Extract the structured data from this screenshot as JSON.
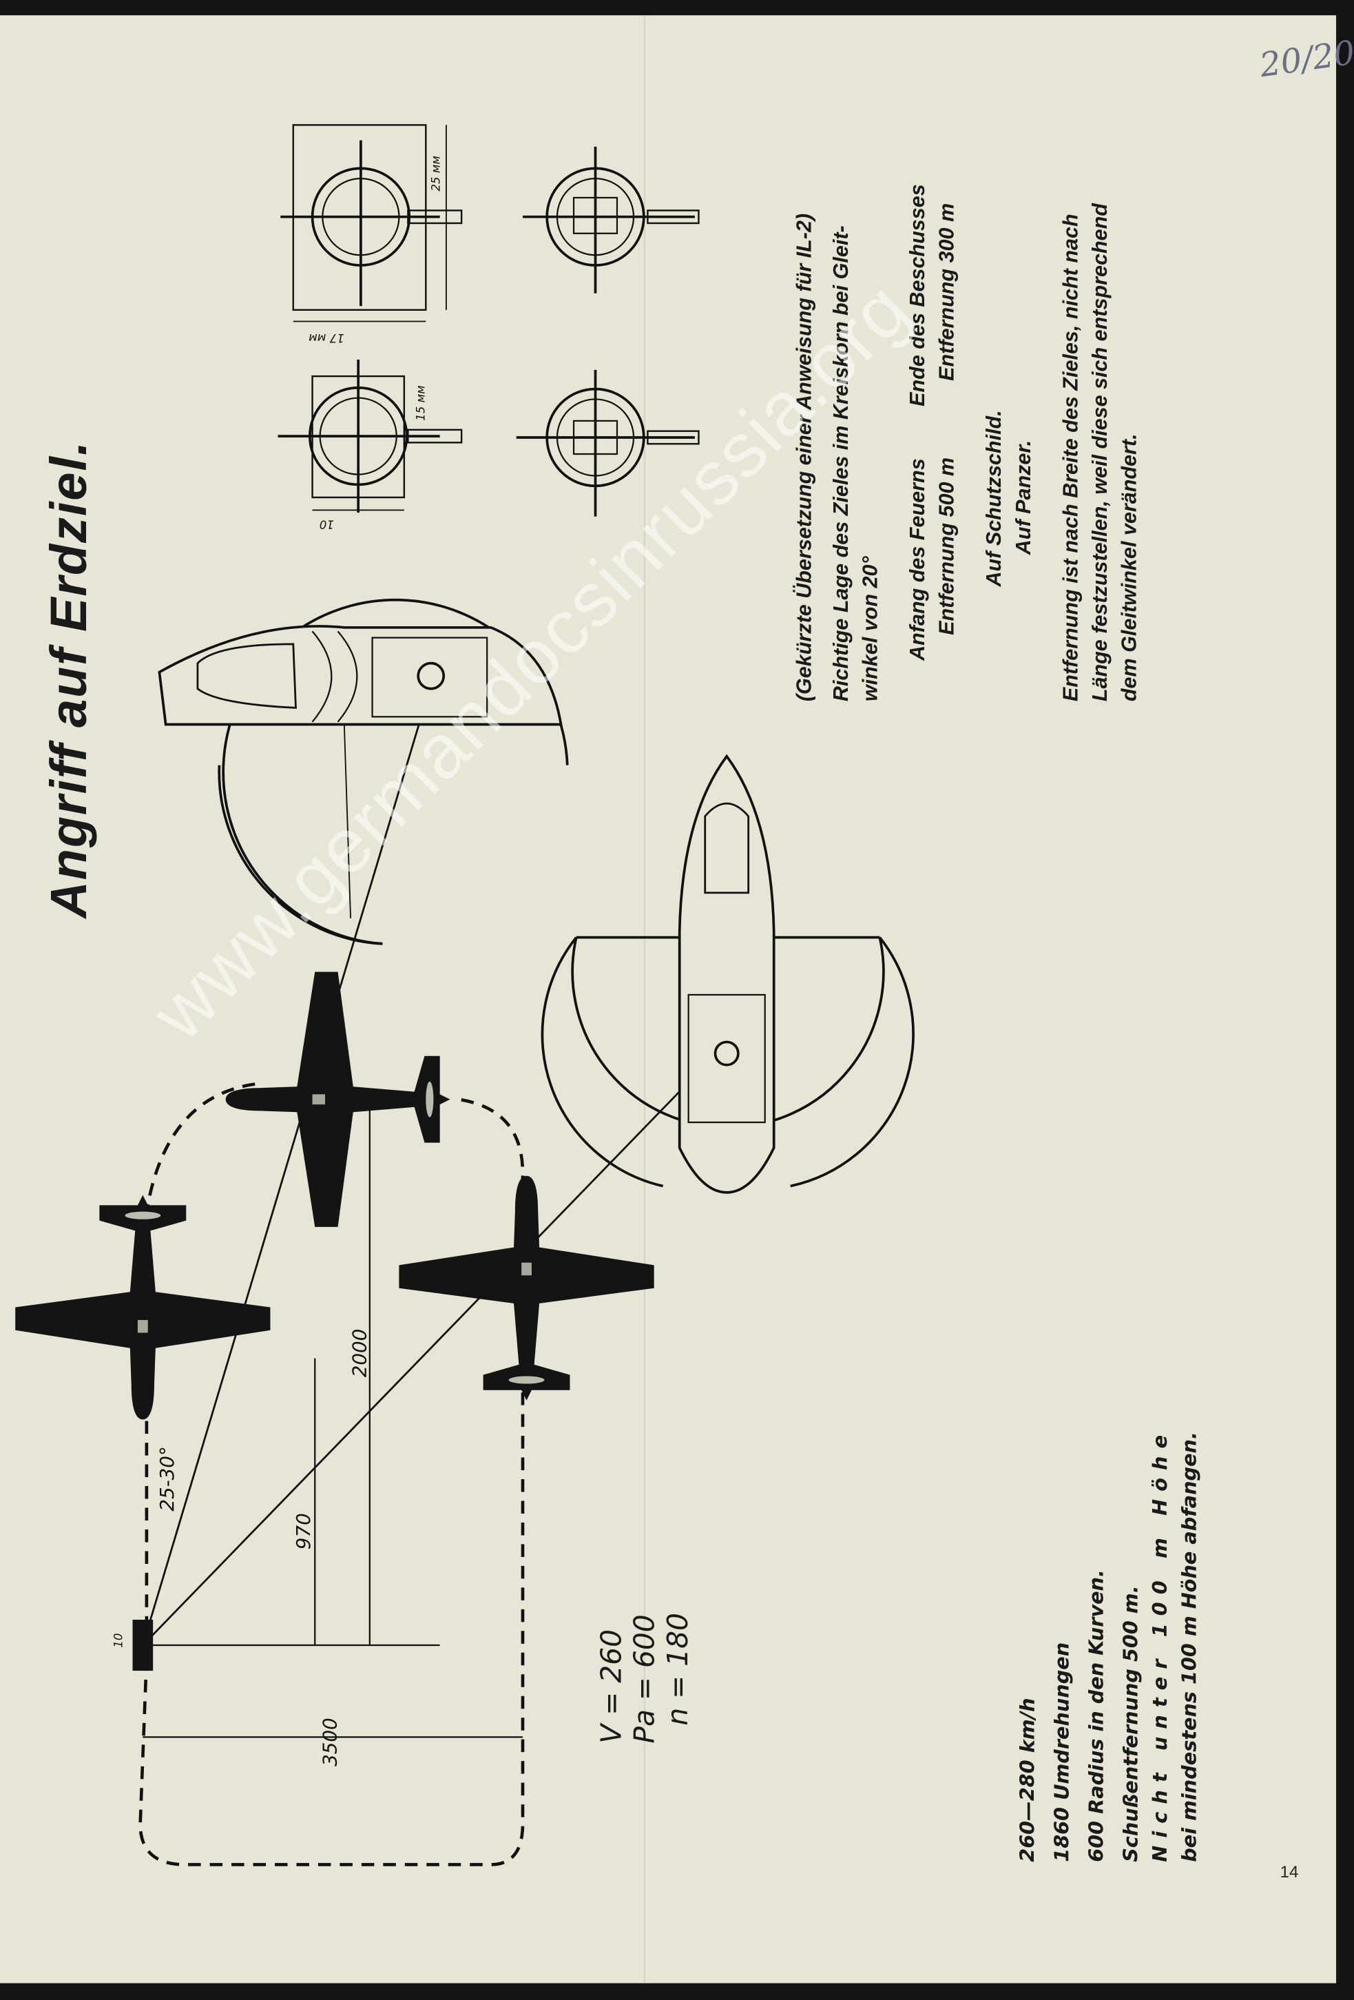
{
  "page": {
    "title": "Angriff auf Erdziel.",
    "page_number": "14",
    "handwritten_mark": "20/20",
    "watermark": "www.germandocsinrussia.org"
  },
  "notes": {
    "intro": "(Gekürzte Übersetzung einer Anweisung für IL-2)",
    "line1": "Richtige Lage des Zieles im Kreiskorn bei Gleit-",
    "line2": "winkel von 20°",
    "col1_a": "Anfang des Feuerns",
    "col1_b": "Entfernung 500 m",
    "col2_a": "Ende des Beschusses",
    "col2_b": "Entfernung 300 m",
    "shield": "Auf Schutzschild.",
    "tank": "Auf Panzer.",
    "range1": "Entfernung ist nach Breite des Zieles, nicht nach",
    "range2": "Länge festzustellen, weil diese sich entsprechend",
    "range3": "dem Gleitwinkel verändert."
  },
  "specs": {
    "speed": "260—280 km/h",
    "rpm": "1860 Umdrehungen",
    "radius": "600 Radius in den Kurven.",
    "range": "Schußentfernung 500 m.",
    "min_alt": "Nicht unter 100 m Höhe",
    "pullout": "bei mindestens 100 m Höhe abfangen."
  },
  "formula": {
    "v": "V = 260",
    "pa": "Pa = 600",
    "n": "n = 180"
  },
  "diagram": {
    "dim_3500": "3500",
    "dim_970": "970",
    "dim_2000": "2000",
    "angle": "25-30°",
    "target_size": "10",
    "sight_25mm": "25 мм",
    "sight_17mm": "17 мм",
    "sight_15mm": "15 мм",
    "sight_10": "10"
  }
}
